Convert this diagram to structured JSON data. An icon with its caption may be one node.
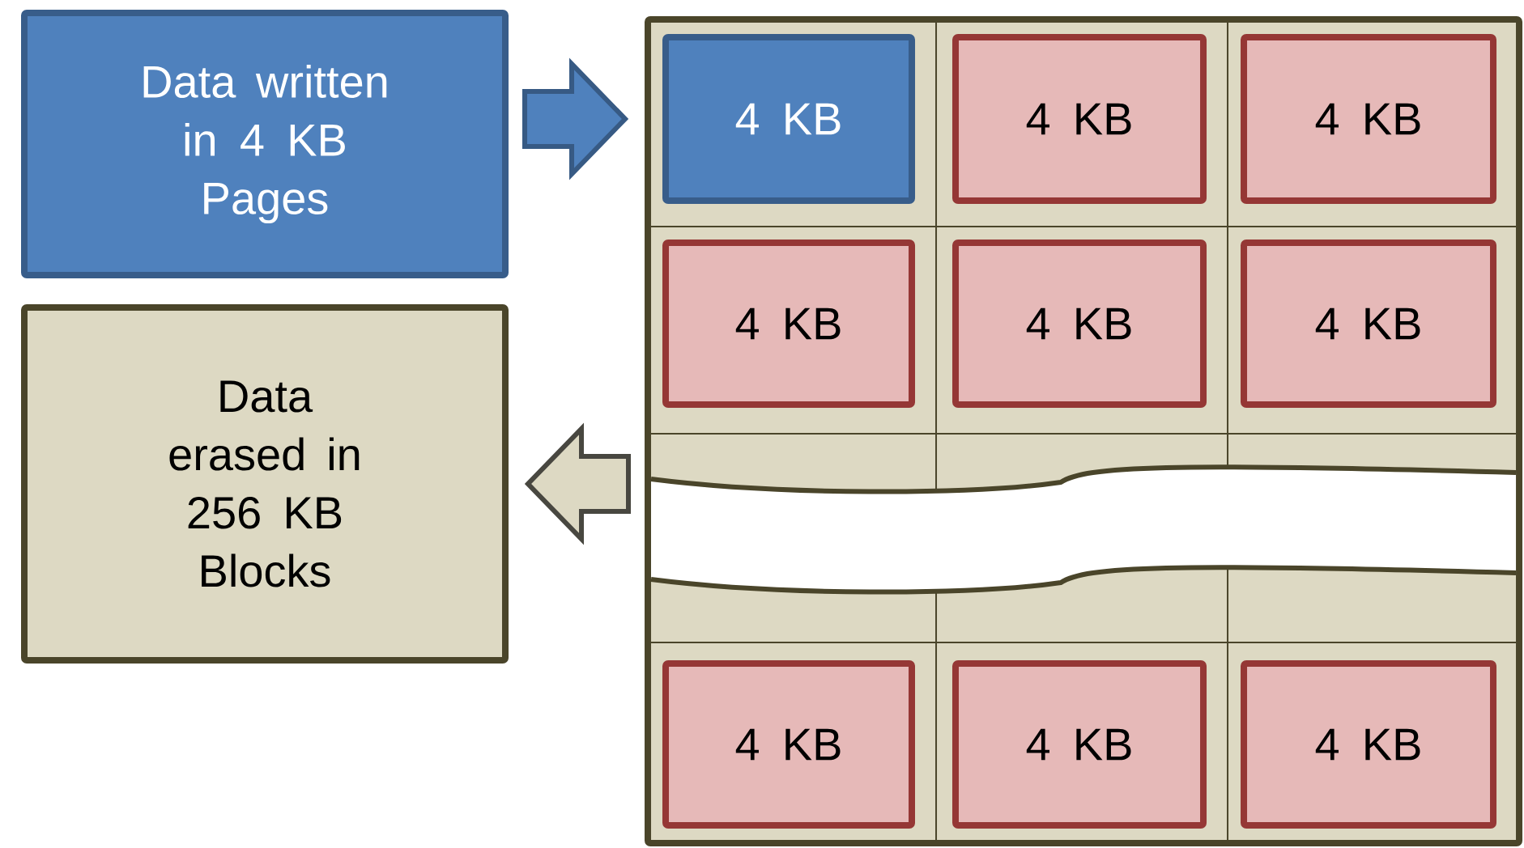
{
  "diagram": {
    "nodes": [
      {
        "text": [
          "Data written in 4 KB Pages"
        ]
      },
      {
        "text": [
          "Data erased in 256 KB Blocks"
        ]
      },
      {
        "text": [],
        "shape": "box"
      },
      {
        "text": [
          "4 KB"
        ],
        "in": 2
      },
      {
        "text": [
          "4 KB"
        ],
        "in": 2
      },
      {
        "text": [
          "4 KB"
        ],
        "in": 2
      },
      {
        "text": [
          "4 KB"
        ],
        "in": 2
      },
      {
        "text": [
          "4 KB"
        ],
        "in": 2
      },
      {
        "text": [
          "4 KB"
        ],
        "in": 2
      },
      {
        "text": [
          "4 KB"
        ],
        "in": 2
      },
      {
        "text": [
          "4 KB"
        ],
        "in": 2
      },
      {
        "text": [
          "4 KB"
        ],
        "in": 2
      }
    ],
    "edges": [
      {
        "from": 0,
        "to": 3,
        "arrow": "to",
        "color": "#4f81bd"
      },
      {
        "from": 2,
        "to": 1,
        "arrow": "to",
        "color": "#ddd9c3"
      }
    ]
  }
}
